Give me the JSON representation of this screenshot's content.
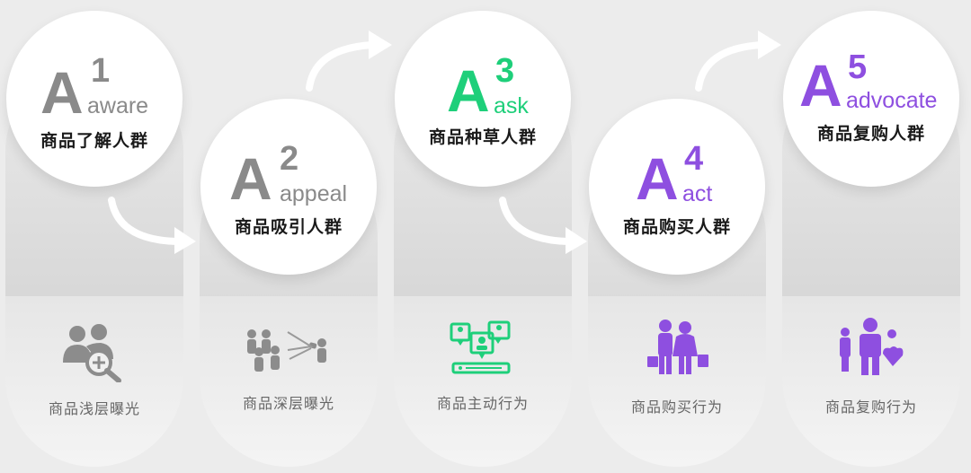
{
  "stages": [
    {
      "letter": "A",
      "num": "1",
      "word": "aware",
      "title": "商品了解人群",
      "behavior": "商品浅层曝光",
      "color": "#8a8a8a",
      "icon": "user-search-icon"
    },
    {
      "letter": "A",
      "num": "2",
      "word": "appeal",
      "title": "商品吸引人群",
      "behavior": "商品深层曝光",
      "color": "#8a8a8a",
      "icon": "spotlight-people-icon"
    },
    {
      "letter": "A",
      "num": "3",
      "word": "ask",
      "title": "商品种草人群",
      "behavior": "商品主动行为",
      "color": "#1ecf7a",
      "icon": "chat-users-icon"
    },
    {
      "letter": "A",
      "num": "4",
      "word": "act",
      "title": "商品购买人群",
      "behavior": "商品购买行为",
      "color": "#8e4fe0",
      "icon": "shopping-couple-icon"
    },
    {
      "letter": "A",
      "num": "5",
      "word": "advocate",
      "title": "商品复购人群",
      "behavior": "商品复购行为",
      "color": "#8e4fe0",
      "icon": "family-heart-icon"
    }
  ]
}
